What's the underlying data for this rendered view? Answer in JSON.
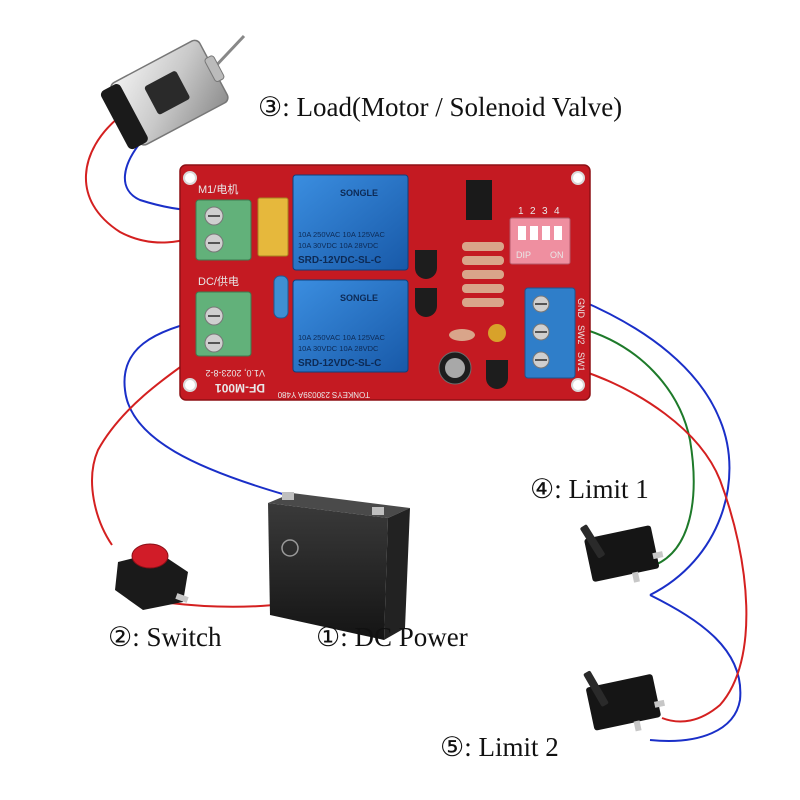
{
  "labels": {
    "load": {
      "num": "③",
      "text": ": Load(Motor / Solenoid Valve)"
    },
    "limit1": {
      "num": "④",
      "text": ": Limit 1"
    },
    "switch": {
      "num": "②",
      "text": ": Switch"
    },
    "dc_power": {
      "num": "①",
      "text": ": DC Power"
    },
    "limit2": {
      "num": "⑤",
      "text": ": Limit 2"
    }
  },
  "board": {
    "model": "DF-M001",
    "version": "V1.0, 2023-8-2",
    "brand": "TONKEYS",
    "date_code": "230039A Y480",
    "connector_j2": "M1/电机",
    "connector_j1": "DC/供电",
    "terminal_right": [
      "GND",
      "SW2",
      "SW1"
    ],
    "dip_numbers": [
      "1",
      "2",
      "3",
      "4"
    ],
    "dip_label": "DIP",
    "dip_on": "ON",
    "relay_brand": "SONGLE",
    "relay_rating_1": "10A 250VAC  10A 125VAC",
    "relay_rating_2": "10A 30VDC  10A 28VDC",
    "relay_model": "SRD-12VDC-SL-C"
  },
  "colors": {
    "pcb": "#c41a22",
    "relay": "#1f6fc4",
    "terminal_green": "#62b17a",
    "terminal_blue": "#2f7ec9",
    "wire_red": "#d42020",
    "wire_blue": "#1a2fc8",
    "wire_green": "#1e7a2a"
  }
}
